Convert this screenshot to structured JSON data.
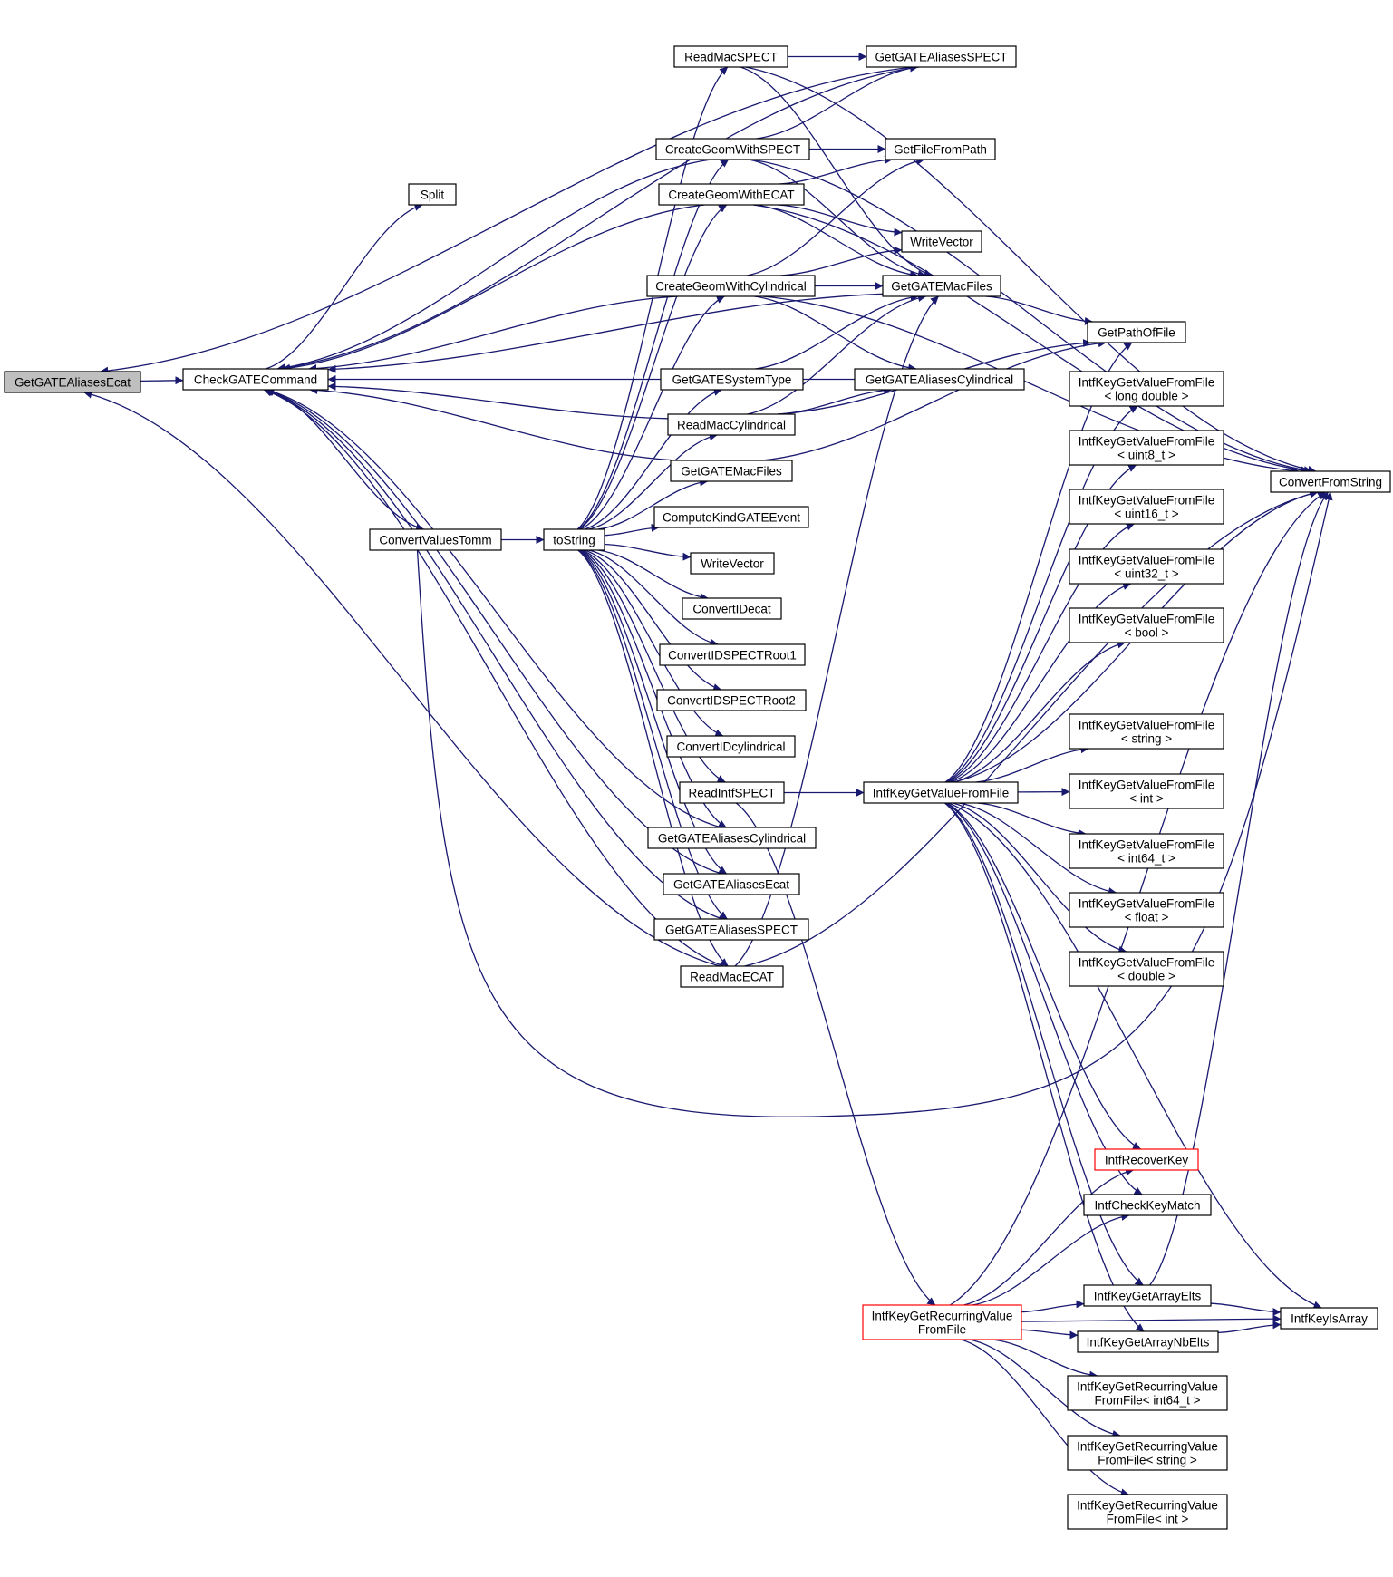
{
  "diagram": {
    "type": "call-graph",
    "colors": {
      "edge": "#191970",
      "node_border": "#000000",
      "root_fill": "#bfbfbf",
      "truncated_border": "#ff0000"
    },
    "nodes": [
      {
        "id": "root",
        "lines": [
          "GetGATEAliasesEcat"
        ],
        "kind": "root"
      },
      {
        "id": "checkgate",
        "lines": [
          "CheckGATECommand"
        ]
      },
      {
        "id": "split",
        "lines": [
          "Split"
        ]
      },
      {
        "id": "convvalues",
        "lines": [
          "ConvertValuesTomm"
        ]
      },
      {
        "id": "tostring",
        "lines": [
          "toString"
        ]
      },
      {
        "id": "readmacspect",
        "lines": [
          "ReadMacSPECT"
        ]
      },
      {
        "id": "geomspect",
        "lines": [
          "CreateGeomWithSPECT"
        ]
      },
      {
        "id": "geomecat",
        "lines": [
          "CreateGeomWithECAT"
        ]
      },
      {
        "id": "geomcyl",
        "lines": [
          "CreateGeomWithCylindrical"
        ]
      },
      {
        "id": "systype",
        "lines": [
          "GetGATESystemType"
        ]
      },
      {
        "id": "readmaccyl",
        "lines": [
          "ReadMacCylindrical"
        ]
      },
      {
        "id": "macfiles2",
        "lines": [
          "GetGATEMacFiles"
        ]
      },
      {
        "id": "computekind",
        "lines": [
          "ComputeKindGATEEvent"
        ]
      },
      {
        "id": "writevec2",
        "lines": [
          "WriteVector"
        ]
      },
      {
        "id": "convidecat",
        "lines": [
          "ConvertIDecat"
        ]
      },
      {
        "id": "convspect1",
        "lines": [
          "ConvertIDSPECTRoot1"
        ]
      },
      {
        "id": "convspect2",
        "lines": [
          "ConvertIDSPECTRoot2"
        ]
      },
      {
        "id": "convcyl",
        "lines": [
          "ConvertIDcylindrical"
        ]
      },
      {
        "id": "readintf",
        "lines": [
          "ReadIntfSPECT"
        ]
      },
      {
        "id": "aliascyl2",
        "lines": [
          "GetGATEAliasesCylindrical"
        ]
      },
      {
        "id": "aliasecat2",
        "lines": [
          "GetGATEAliasesEcat"
        ]
      },
      {
        "id": "aliasspect2",
        "lines": [
          "GetGATEAliasesSPECT"
        ]
      },
      {
        "id": "readmacecat",
        "lines": [
          "ReadMacECAT"
        ]
      },
      {
        "id": "aliasspect",
        "lines": [
          "GetGATEAliasesSPECT"
        ]
      },
      {
        "id": "filefrompath",
        "lines": [
          "GetFileFromPath"
        ]
      },
      {
        "id": "writevec1",
        "lines": [
          "WriteVector"
        ]
      },
      {
        "id": "macfiles1",
        "lines": [
          "GetGATEMacFiles"
        ]
      },
      {
        "id": "aliascyl1",
        "lines": [
          "GetGATEAliasesCylindrical"
        ]
      },
      {
        "id": "intfget",
        "lines": [
          "IntfKeyGetValueFromFile"
        ]
      },
      {
        "id": "recurring",
        "lines": [
          "IntfKeyGetRecurringValue",
          "FromFile"
        ],
        "kind": "truncated"
      },
      {
        "id": "pathoffile",
        "lines": [
          "GetPathOfFile"
        ]
      },
      {
        "id": "t_longdouble",
        "lines": [
          "IntfKeyGetValueFromFile",
          "< long double >"
        ]
      },
      {
        "id": "t_uint8",
        "lines": [
          "IntfKeyGetValueFromFile",
          "< uint8_t >"
        ]
      },
      {
        "id": "t_uint16",
        "lines": [
          "IntfKeyGetValueFromFile",
          "< uint16_t >"
        ]
      },
      {
        "id": "t_uint32",
        "lines": [
          "IntfKeyGetValueFromFile",
          "< uint32_t >"
        ]
      },
      {
        "id": "t_bool",
        "lines": [
          "IntfKeyGetValueFromFile",
          "< bool >"
        ]
      },
      {
        "id": "t_string",
        "lines": [
          "IntfKeyGetValueFromFile",
          "< string >"
        ]
      },
      {
        "id": "t_int",
        "lines": [
          "IntfKeyGetValueFromFile",
          "< int >"
        ]
      },
      {
        "id": "t_int64",
        "lines": [
          "IntfKeyGetValueFromFile",
          "< int64_t >"
        ]
      },
      {
        "id": "t_float",
        "lines": [
          "IntfKeyGetValueFromFile",
          "< float >"
        ]
      },
      {
        "id": "t_double",
        "lines": [
          "IntfKeyGetValueFromFile",
          "< double >"
        ]
      },
      {
        "id": "recoverkey",
        "lines": [
          "IntfRecoverKey"
        ],
        "kind": "truncated"
      },
      {
        "id": "checkkey",
        "lines": [
          "IntfCheckKeyMatch"
        ]
      },
      {
        "id": "arrayelts",
        "lines": [
          "IntfKeyGetArrayElts"
        ]
      },
      {
        "id": "arraynb",
        "lines": [
          "IntfKeyGetArrayNbElts"
        ]
      },
      {
        "id": "r_int64",
        "lines": [
          "IntfKeyGetRecurringValue",
          "FromFile< int64_t >"
        ]
      },
      {
        "id": "r_string",
        "lines": [
          "IntfKeyGetRecurringValue",
          "FromFile< string >"
        ]
      },
      {
        "id": "r_int",
        "lines": [
          "IntfKeyGetRecurringValue",
          "FromFile< int >"
        ]
      },
      {
        "id": "convfromstring",
        "lines": [
          "ConvertFromString"
        ]
      },
      {
        "id": "isarray",
        "lines": [
          "IntfKeyIsArray"
        ]
      }
    ]
  }
}
